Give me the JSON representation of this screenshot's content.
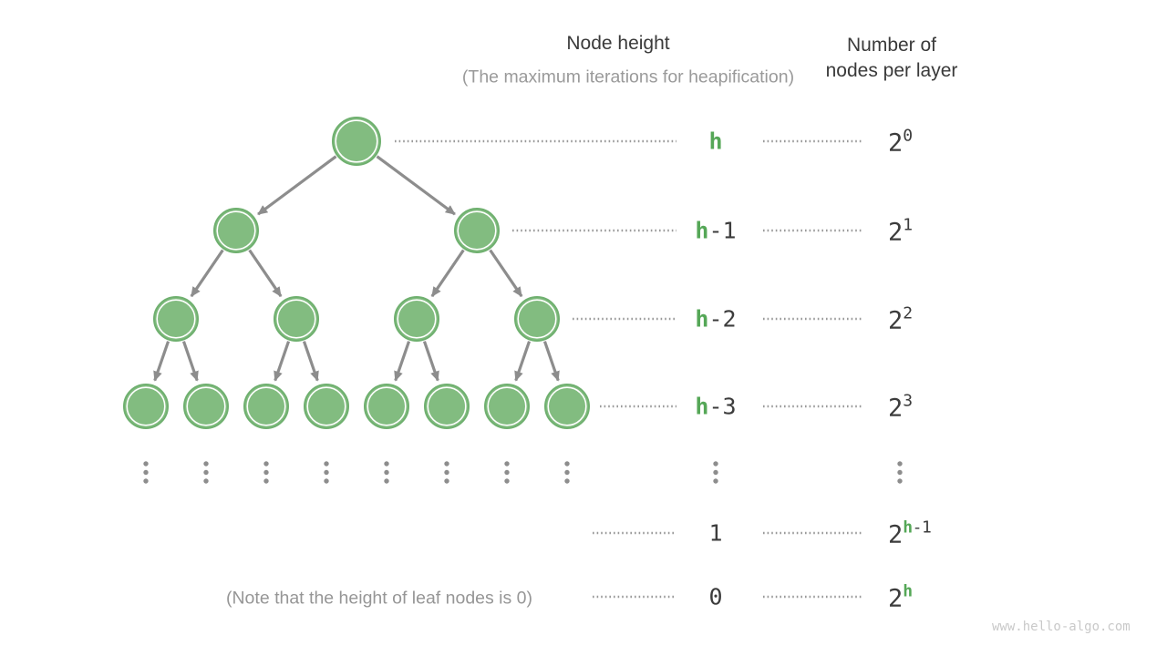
{
  "header": {
    "left_title": "Node height",
    "left_subtitle": "(The maximum iterations for heapification)",
    "right_title_line1": "Number of",
    "right_title_line2": "nodes per layer"
  },
  "rows": [
    {
      "height_green": "h",
      "height_rest": "",
      "count_base": "2",
      "count_sup_green": "",
      "count_sup": "0"
    },
    {
      "height_green": "h",
      "height_rest": "-1",
      "count_base": "2",
      "count_sup_green": "",
      "count_sup": "1"
    },
    {
      "height_green": "h",
      "height_rest": "-2",
      "count_base": "2",
      "count_sup_green": "",
      "count_sup": "2"
    },
    {
      "height_green": "h",
      "height_rest": "-3",
      "count_base": "2",
      "count_sup_green": "",
      "count_sup": "3"
    },
    {
      "height_green": "",
      "height_rest": "1",
      "count_base": "2",
      "count_sup_green": "h",
      "count_sup": "-1"
    },
    {
      "height_green": "",
      "height_rest": "0",
      "count_base": "2",
      "count_sup_green": "h",
      "count_sup": ""
    }
  ],
  "note": "(Note that the height of leaf nodes is 0)",
  "watermark": "www.hello-algo.com",
  "tree": {
    "levels_node_counts": [
      1,
      2,
      4,
      8
    ],
    "ellipsis_columns": 10
  },
  "colors": {
    "node_fill": "#82bc80",
    "node_border": "#6fb06f",
    "node_inner_ring": "#ffffff",
    "arrow": "#8d8d8d",
    "leader_dots": "#999999",
    "accent_green": "#55a757",
    "text_dark": "#3c3c3c",
    "text_gray": "#969696",
    "watermark_gray": "#c9c9c9"
  }
}
